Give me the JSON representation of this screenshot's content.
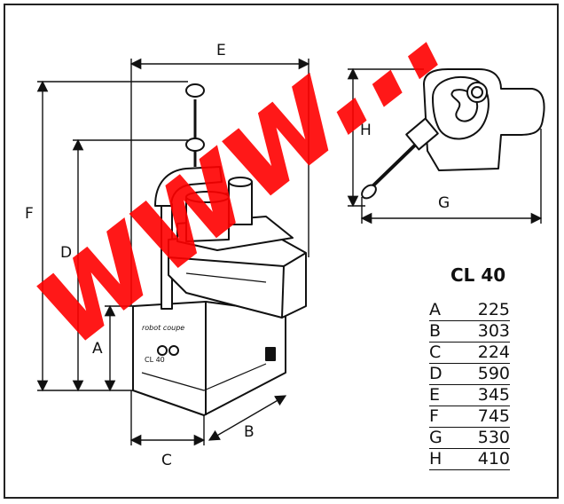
{
  "colors": {
    "line": "#111111",
    "watermark": "#ff0000",
    "background": "#ffffff"
  },
  "model": "CL 40",
  "dimension_labels": {
    "A": "A",
    "B": "B",
    "C": "C",
    "D": "D",
    "E": "E",
    "F": "F",
    "G": "G",
    "H": "H"
  },
  "dimensions": [
    {
      "letter": "A",
      "value": "225"
    },
    {
      "letter": "B",
      "value": "303"
    },
    {
      "letter": "C",
      "value": "224"
    },
    {
      "letter": "D",
      "value": "590"
    },
    {
      "letter": "E",
      "value": "345"
    },
    {
      "letter": "F",
      "value": "745"
    },
    {
      "letter": "G",
      "value": "530"
    },
    {
      "letter": "H",
      "value": "410"
    }
  ],
  "machine_badge": "CL 40",
  "machine_brand": "robot coupe",
  "watermark_text": "www..."
}
